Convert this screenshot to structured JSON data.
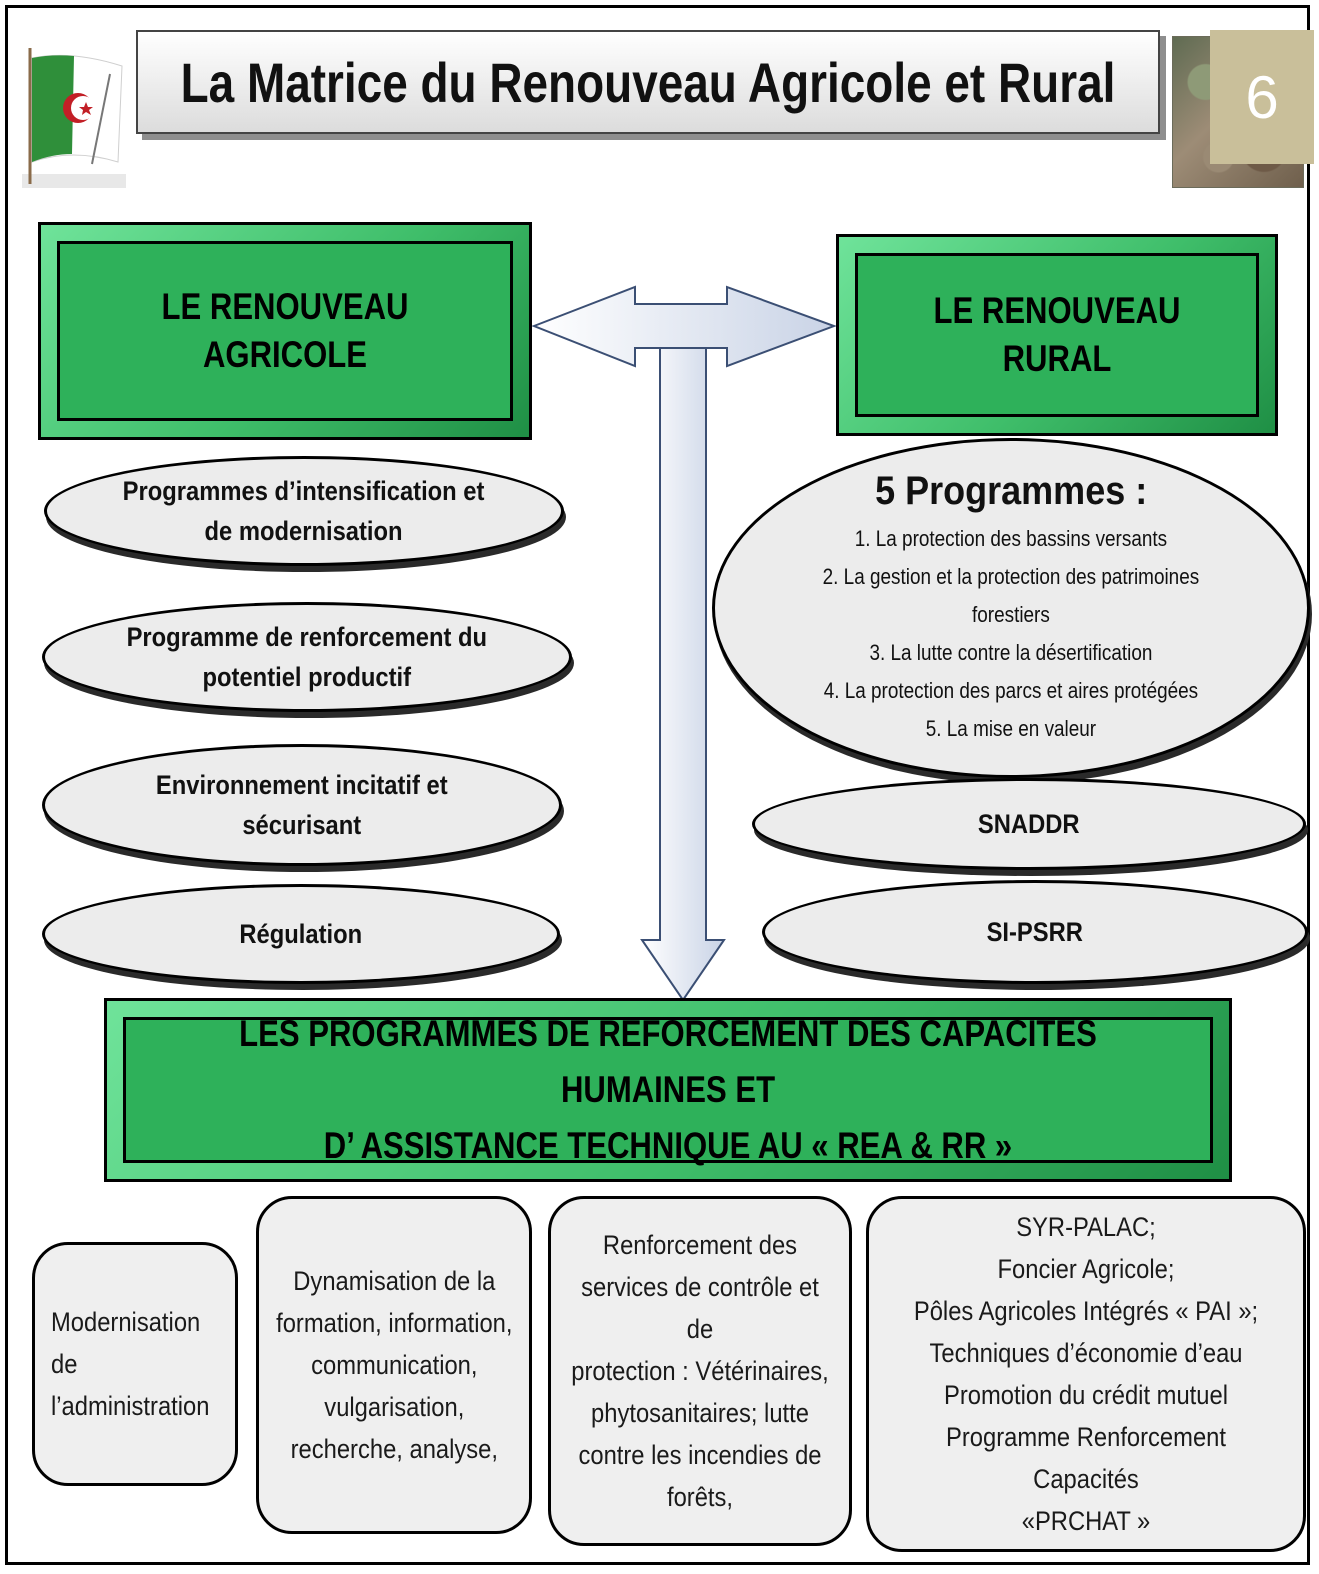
{
  "header": {
    "title": "La Matrice du Renouveau Agricole et  Rural",
    "slide_number": "6"
  },
  "boxes": {
    "agricole": "LE  RENOUVEAU AGRICOLE",
    "rural": "LE  RENOUVEAU RURAL",
    "bottom": "LES  PROGRAMMES  DE REFORCEMENT  DES CAPACITES HUMAINES ET\nD’ ASSISTANCE TECHNIQUE  AU  «  REA & RR »"
  },
  "left_ellipses": [
    "Programmes d’intensification et\nde modernisation",
    "Programme de renforcement du\npotentiel productif",
    "Environnement incitatif et\nsécurisant",
    "Régulation"
  ],
  "programmes": {
    "heading": "5 Programmes :",
    "items": [
      "1. La protection des bassins  versants",
      "2. La gestion et la protection des patrimoines",
      "forestiers",
      "3. La lutte contre la désertification",
      "4. La protection des parcs et aires protégées",
      "5. La mise en valeur"
    ]
  },
  "right_ellipses": [
    "SNADDR",
    "SI-PSRR"
  ],
  "cards": [
    "Modernisation\nde\nl’administration",
    "Dynamisation de la\nformation, information,\ncommunication,\nvulgarisation,\nrecherche, analyse,",
    "Renforcement des\nservices de contrôle et de\nprotection :  Vétérinaires,\nphytosanitaires; lutte\ncontre les incendies de\nforêts,",
    "SYR-PALAC;\nFoncier Agricole;\nPôles Agricoles Intégrés  « PAI »;\nTechniques d’économie d’eau\nPromotion du crédit mutuel\nProgramme Renforcement  Capacités\n«PRCHAT »"
  ],
  "colors": {
    "box_green": "#2eb15a",
    "ellipse_fill": "#ececec",
    "badge": "#c9bf9a"
  }
}
